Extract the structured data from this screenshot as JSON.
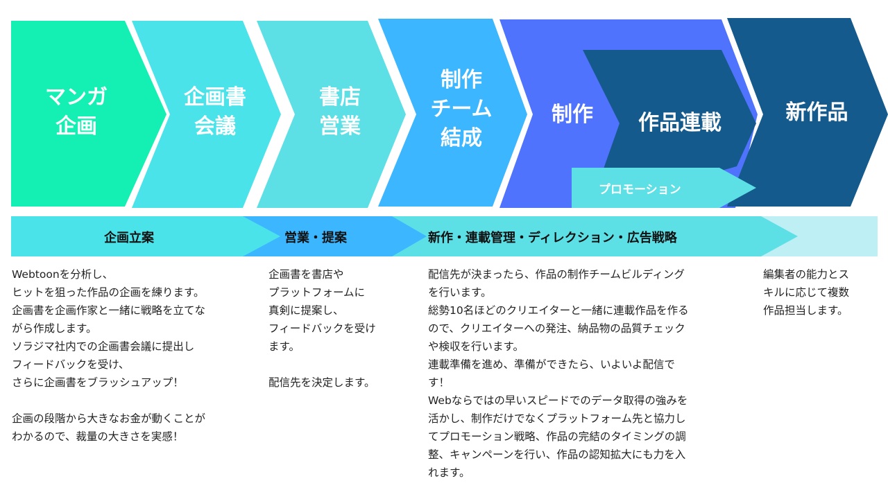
{
  "stages": [
    {
      "label": "マンガ\n企画",
      "color": "#14F0B4"
    },
    {
      "label": "企画書\n会議",
      "color": "#4BE3EA"
    },
    {
      "label": "書店\n営業",
      "color": "#5CE0E6"
    },
    {
      "label": "制作\nチーム\n結成",
      "color": "#3BB6FF"
    },
    {
      "label": "制作",
      "color": "#5073FE"
    },
    {
      "label": "作品連載",
      "color": "#155A8C"
    },
    {
      "label": "新作品",
      "color": "#155A8C"
    }
  ],
  "promotion": {
    "label": "プロモーション",
    "color": "#5CE0E6"
  },
  "phases": [
    {
      "label": "企画立案",
      "color": "#4BE3EA"
    },
    {
      "label": "営業・提案",
      "color": "#3BB6FF"
    },
    {
      "label": "新作・連載管理・ディレクション・広告戦略",
      "color": "#5CE0E6"
    },
    {
      "label": "",
      "color": "#BDEFF5"
    }
  ],
  "descriptions": [
    "Webtoonを分析し、\nヒットを狙った作品の企画を練ります。\n企画書を企画作家と一緒に戦略を立てな\nがら作成します。\nソラジマ社内での企画書会議に提出し\nフィードバックを受け、\nさらに企画書をブラッシュアップ！\n\n企画の段階から大きなお金が動くことが\nわかるので、裁量の大きさを実感！",
    "企画書を書店や\nプラットフォームに\n真剣に提案し、\nフィードバックを受け\nます。\n\n配信先を決定します。",
    "配信先が決まったら、作品の制作チームビルディング\nを行います。\n総勢10名ほどのクリエイターと一緒に連載作品を作る\nので、クリエイターへの発注、納品物の品質チェック\nや検収を行います。\n連載準備を進め、準備ができたら、いよいよ配信で\nす！\nWebならではの早いスピードでのデータ取得の強みを\n活かし、制作だけでなくプラットフォーム先と協力し\nてプロモーション戦略、作品の完結のタイミングの調\n整、キャンペーンを行い、作品の認知拡大にも力を入\nれます。",
    "編集者の能力とス\nキルに応じて複数\n作品担当します。"
  ]
}
